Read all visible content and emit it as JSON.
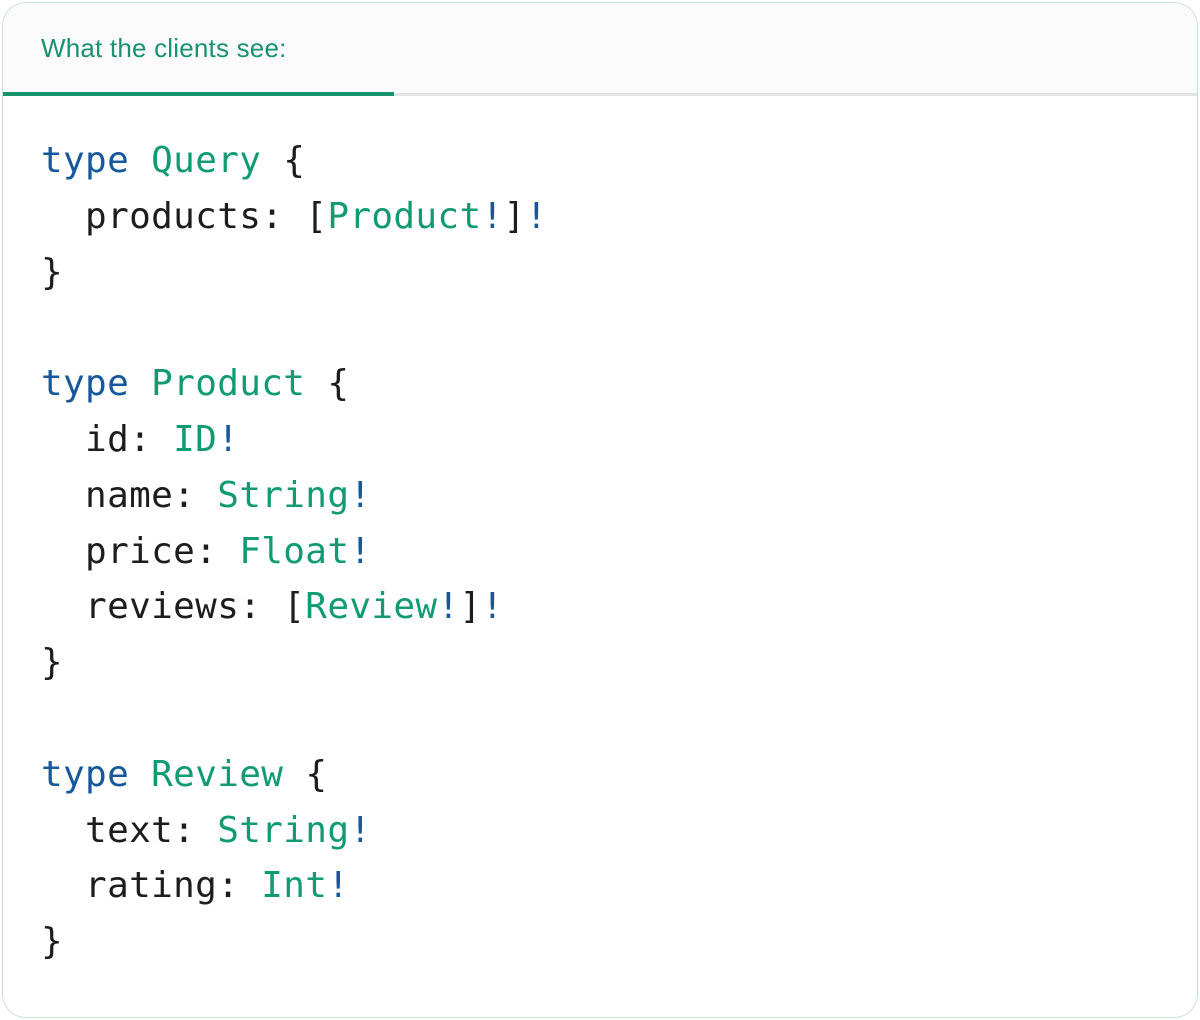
{
  "tab": {
    "label": "What the clients see:"
  },
  "colors": {
    "accent_green": "#17936E",
    "keyword_blue": "#16589B",
    "type_green": "#119B73",
    "code_text": "#1D1D1D",
    "tab_bg": "#FBFBFB",
    "divider_gray": "#E3E3E3",
    "card_border": "#C8E3D2",
    "card_bg": "#FFFFFF"
  },
  "code": {
    "lines": [
      [
        {
          "t": "type",
          "c": "kw"
        },
        {
          "t": " ",
          "c": "pl"
        },
        {
          "t": "Query",
          "c": "ty"
        },
        {
          "t": " {",
          "c": "pl"
        }
      ],
      [
        {
          "t": "  products: [",
          "c": "pl"
        },
        {
          "t": "Product",
          "c": "ty"
        },
        {
          "t": "!",
          "c": "ex"
        },
        {
          "t": "]",
          "c": "pl"
        },
        {
          "t": "!",
          "c": "ex"
        }
      ],
      [
        {
          "t": "}",
          "c": "pl"
        }
      ],
      [],
      [
        {
          "t": "type",
          "c": "kw"
        },
        {
          "t": " ",
          "c": "pl"
        },
        {
          "t": "Product",
          "c": "ty"
        },
        {
          "t": " {",
          "c": "pl"
        }
      ],
      [
        {
          "t": "  id: ",
          "c": "pl"
        },
        {
          "t": "ID",
          "c": "ty"
        },
        {
          "t": "!",
          "c": "ex"
        }
      ],
      [
        {
          "t": "  name: ",
          "c": "pl"
        },
        {
          "t": "String",
          "c": "ty"
        },
        {
          "t": "!",
          "c": "ex"
        }
      ],
      [
        {
          "t": "  price: ",
          "c": "pl"
        },
        {
          "t": "Float",
          "c": "ty"
        },
        {
          "t": "!",
          "c": "ex"
        }
      ],
      [
        {
          "t": "  reviews: [",
          "c": "pl"
        },
        {
          "t": "Review",
          "c": "ty"
        },
        {
          "t": "!",
          "c": "ex"
        },
        {
          "t": "]",
          "c": "pl"
        },
        {
          "t": "!",
          "c": "ex"
        }
      ],
      [
        {
          "t": "}",
          "c": "pl"
        }
      ],
      [],
      [
        {
          "t": "type",
          "c": "kw"
        },
        {
          "t": " ",
          "c": "pl"
        },
        {
          "t": "Review",
          "c": "ty"
        },
        {
          "t": " {",
          "c": "pl"
        }
      ],
      [
        {
          "t": "  text: ",
          "c": "pl"
        },
        {
          "t": "String",
          "c": "ty"
        },
        {
          "t": "!",
          "c": "ex"
        }
      ],
      [
        {
          "t": "  rating: ",
          "c": "pl"
        },
        {
          "t": "Int",
          "c": "ty"
        },
        {
          "t": "!",
          "c": "ex"
        }
      ],
      [
        {
          "t": "}",
          "c": "pl"
        }
      ]
    ]
  }
}
